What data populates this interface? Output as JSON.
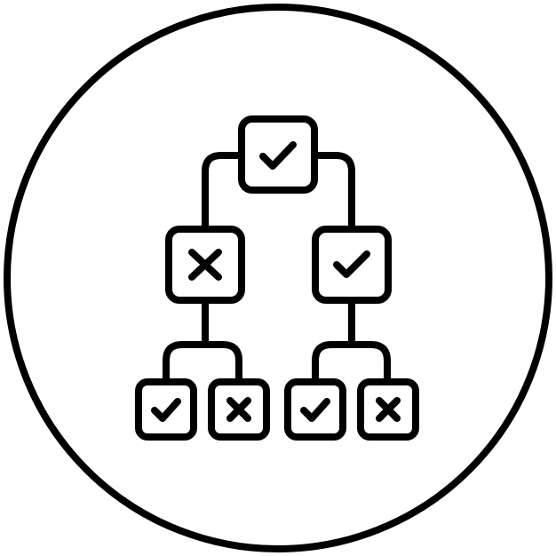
{
  "icon": {
    "name": "decision-tree-icon",
    "style": "outline",
    "colors": {
      "stroke": "#000000",
      "background": "#ffffff"
    },
    "nodes": [
      {
        "id": "root",
        "level": 0,
        "state": "check",
        "icon": "check-icon"
      },
      {
        "id": "left",
        "level": 1,
        "state": "cross",
        "icon": "cross-icon"
      },
      {
        "id": "right",
        "level": 1,
        "state": "check",
        "icon": "check-icon"
      },
      {
        "id": "left-left",
        "level": 2,
        "state": "check",
        "icon": "check-icon"
      },
      {
        "id": "left-right",
        "level": 2,
        "state": "cross",
        "icon": "cross-icon"
      },
      {
        "id": "right-left",
        "level": 2,
        "state": "check",
        "icon": "check-icon"
      },
      {
        "id": "right-right",
        "level": 2,
        "state": "cross",
        "icon": "cross-icon"
      }
    ],
    "edges": [
      {
        "from": "root",
        "to": "left"
      },
      {
        "from": "root",
        "to": "right"
      },
      {
        "from": "left",
        "to": "left-left"
      },
      {
        "from": "left",
        "to": "left-right"
      },
      {
        "from": "right",
        "to": "right-left"
      },
      {
        "from": "right",
        "to": "right-right"
      }
    ]
  }
}
